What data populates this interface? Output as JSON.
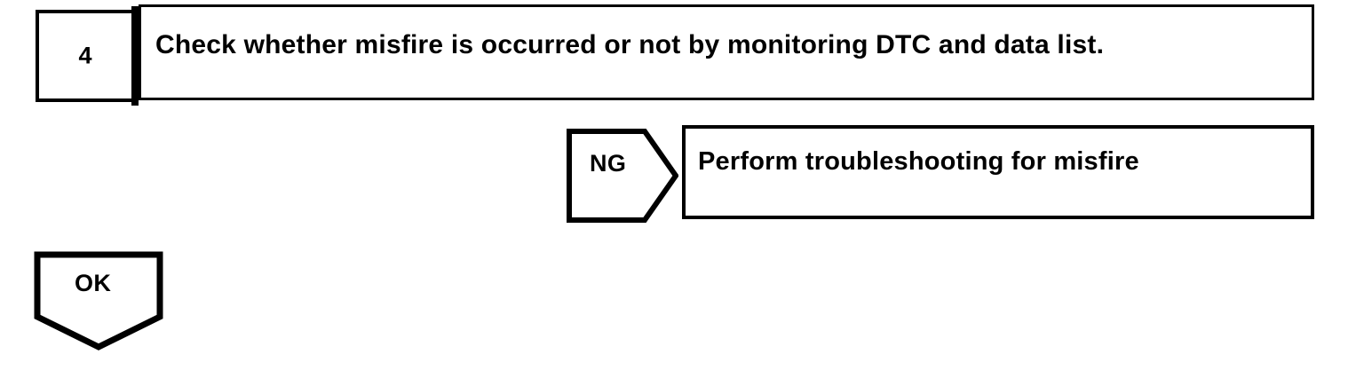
{
  "page": {
    "background_color": "#ffffff",
    "line_color": "#000000",
    "text_color": "#000000"
  },
  "step": {
    "number": "4",
    "instruction": "Check whether misfire is occurred or not by monitoring DTC and data list."
  },
  "branches": {
    "ng": {
      "label": "NG",
      "action": "Perform troubleshooting for misfire"
    },
    "ok": {
      "label": "OK"
    }
  }
}
